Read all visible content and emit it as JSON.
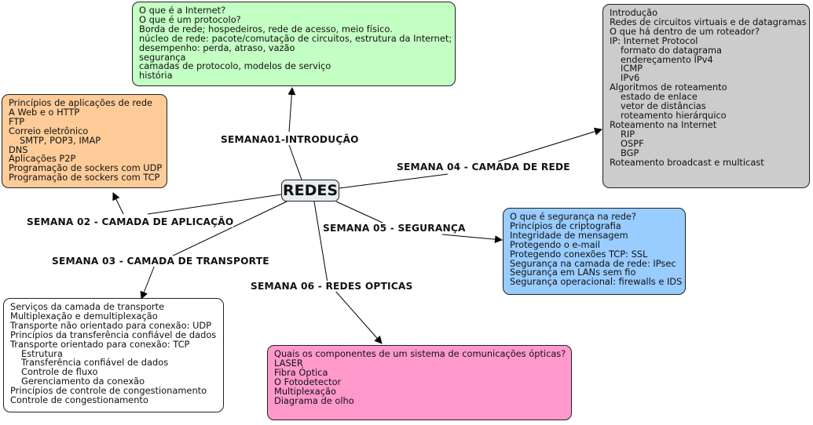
{
  "center": {
    "label": "REDES"
  },
  "colors": {
    "semana01": "#c4ffc4",
    "semana02": "#ffcc99",
    "semana03": "#ffffff",
    "semana04": "#cccccc",
    "semana05": "#99ccff",
    "semana06": "#ff99cc"
  },
  "branches": [
    {
      "id": "semana01",
      "label": "SEMANA01-INTRODUÇÃO",
      "items": [
        {
          "text": "O que é a Internet?",
          "indent": false
        },
        {
          "text": "O que é um protocolo?",
          "indent": false
        },
        {
          "text": "Borda de rede; hospedeiros, rede de acesso, meio físico.",
          "indent": false
        },
        {
          "text": "núcleo de rede: pacote/comutação de circuitos, estrutura da Internet;",
          "indent": false
        },
        {
          "text": "desempenho: perda, atraso, vazão",
          "indent": false
        },
        {
          "text": "segurança",
          "indent": false
        },
        {
          "text": "camadas de protocolo, modelos de serviço",
          "indent": false
        },
        {
          "text": "história",
          "indent": false
        }
      ]
    },
    {
      "id": "semana02",
      "label": "SEMANA 02 - CAMADA DE APLICAÇÃO",
      "items": [
        {
          "text": "Princípios de aplicações de rede",
          "indent": false
        },
        {
          "text": "A Web e o HTTP",
          "indent": false
        },
        {
          "text": "FTP",
          "indent": false
        },
        {
          "text": "Correio eletrônico",
          "indent": false
        },
        {
          "text": "SMTP, POP3, IMAP",
          "indent": true
        },
        {
          "text": "DNS",
          "indent": false
        },
        {
          "text": "Aplicações P2P",
          "indent": false
        },
        {
          "text": "Programação de sockers com UDP",
          "indent": false
        },
        {
          "text": "Programação de sockers com TCP",
          "indent": false
        }
      ]
    },
    {
      "id": "semana03",
      "label": "SEMANA 03 - CAMADA DE TRANSPORTE",
      "items": [
        {
          "text": "Serviços da camada de transporte",
          "indent": false
        },
        {
          "text": "Multiplexação e demultiplexação",
          "indent": false
        },
        {
          "text": "Transporte não orientado para conexão: UDP",
          "indent": false
        },
        {
          "text": "Princípios da transferência confiável de dados",
          "indent": false
        },
        {
          "text": "Transporte orientado para conexão: TCP",
          "indent": false
        },
        {
          "text": "Estrutura",
          "indent": true
        },
        {
          "text": "Transferência confiável de dados",
          "indent": true
        },
        {
          "text": "Controle de fluxo",
          "indent": true
        },
        {
          "text": "Gerenciamento da conexão",
          "indent": true
        },
        {
          "text": "Princípios de controle de congestionamento",
          "indent": false
        },
        {
          "text": "Controle de congestionamento",
          "indent": false
        }
      ]
    },
    {
      "id": "semana04",
      "label": "SEMANA 04 - CAMADA DE REDE",
      "items": [
        {
          "text": "Introdução",
          "indent": false
        },
        {
          "text": "Redes de circuitos virtuais e de datagramas",
          "indent": false
        },
        {
          "text": "O que há dentro de um roteador?",
          "indent": false
        },
        {
          "text": "IP: Internet Protocol",
          "indent": false
        },
        {
          "text": "formato do datagrama",
          "indent": true
        },
        {
          "text": "endereçamento IPv4",
          "indent": true
        },
        {
          "text": "ICMP",
          "indent": true
        },
        {
          "text": "IPv6",
          "indent": true
        },
        {
          "text": "Algoritmos de roteamento",
          "indent": false
        },
        {
          "text": "estado de enlace",
          "indent": true
        },
        {
          "text": "vetor de distâncias",
          "indent": true
        },
        {
          "text": "roteamento hierárquico",
          "indent": true
        },
        {
          "text": "Roteamento na Internet",
          "indent": false
        },
        {
          "text": "RIP",
          "indent": true
        },
        {
          "text": "OSPF",
          "indent": true
        },
        {
          "text": "BGP",
          "indent": true
        },
        {
          "text": "Roteamento broadcast e multicast",
          "indent": false
        }
      ]
    },
    {
      "id": "semana05",
      "label": "SEMANA 05 - SEGURANÇA",
      "items": [
        {
          "text": "O que é segurança na rede?",
          "indent": false
        },
        {
          "text": "Princípios de criptografia",
          "indent": false
        },
        {
          "text": "Integridade de mensagem",
          "indent": false
        },
        {
          "text": "Protegendo o e-mail",
          "indent": false
        },
        {
          "text": "Protegendo conexões TCP: SSL",
          "indent": false
        },
        {
          "text": "Segurança na camada de rede: IPsec",
          "indent": false
        },
        {
          "text": "Segurança em LANs sem fio",
          "indent": false
        },
        {
          "text": "Segurança operacional: firewalls e IDS",
          "indent": false
        }
      ]
    },
    {
      "id": "semana06",
      "label": "SEMANA 06 - REDES OPTICAS",
      "items": [
        {
          "text": "Quais os componentes de um sistema de comunicações ópticas?",
          "indent": false
        },
        {
          "text": "LASER",
          "indent": false
        },
        {
          "text": "Fibra Óptica",
          "indent": false
        },
        {
          "text": "O Fotodetector",
          "indent": false
        },
        {
          "text": "Multiplexação",
          "indent": false
        },
        {
          "text": "Diagrama de olho",
          "indent": false
        }
      ]
    }
  ]
}
